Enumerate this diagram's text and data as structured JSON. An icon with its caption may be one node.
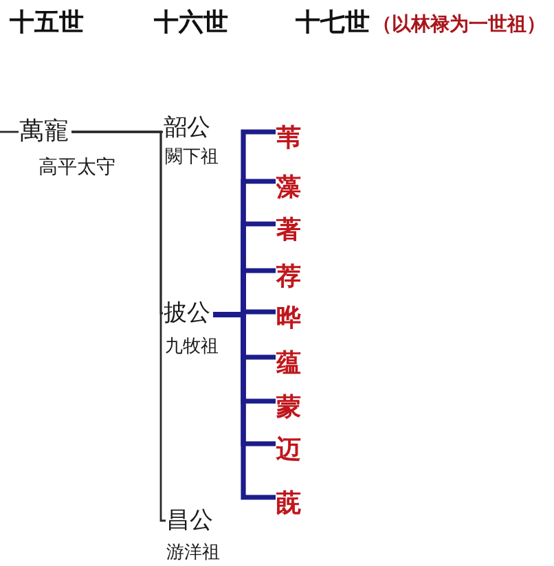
{
  "diagram": {
    "nodes": [
      {
        "text": [
          "萬寵"
        ],
        "beside": [
          "高平太守"
        ]
      },
      {
        "text": [
          "韶公"
        ],
        "beside": [
          "闕下祖"
        ]
      },
      {
        "text": [
          "披公"
        ],
        "beside": [
          "九牧祖"
        ]
      },
      {
        "text": [
          "昌公"
        ],
        "beside": [
          "游洋祖"
        ]
      },
      {
        "text": [
          "苇"
        ]
      },
      {
        "text": [
          "藻"
        ]
      },
      {
        "text": [
          "著"
        ]
      },
      {
        "text": [
          "荐"
        ]
      },
      {
        "text": [
          "晔"
        ]
      },
      {
        "text": [
          "蕴"
        ]
      },
      {
        "text": [
          "蒙"
        ]
      },
      {
        "text": [
          "迈"
        ]
      },
      {
        "text": [
          "蔇"
        ]
      }
    ],
    "edges": [
      {
        "from": null,
        "to": 0,
        "arrow": "none",
        "color": "#2a2a2a"
      },
      {
        "from": 0,
        "to": 1,
        "arrow": "none",
        "color": "#2a2a2a"
      },
      {
        "from": 0,
        "to": 2,
        "arrow": "none",
        "color": "#2a2a2a"
      },
      {
        "from": 0,
        "to": 3,
        "arrow": "none",
        "color": "#2a2a2a"
      },
      {
        "from": 2,
        "to": 4,
        "arrow": "none"
      },
      {
        "from": 2,
        "to": 5,
        "arrow": "none"
      },
      {
        "from": 2,
        "to": 6,
        "arrow": "none"
      },
      {
        "from": 2,
        "to": 7,
        "arrow": "none"
      },
      {
        "from": 2,
        "to": 8,
        "arrow": "none"
      },
      {
        "from": 2,
        "to": 9,
        "arrow": "none"
      },
      {
        "from": 2,
        "to": 10,
        "arrow": "none"
      },
      {
        "from": 2,
        "to": 11,
        "arrow": "none"
      },
      {
        "from": 2,
        "to": 12,
        "arrow": "none"
      }
    ],
    "labels": [
      "十五世",
      "十六世",
      "十七世",
      "（以林禄为一世祖）"
    ]
  }
}
